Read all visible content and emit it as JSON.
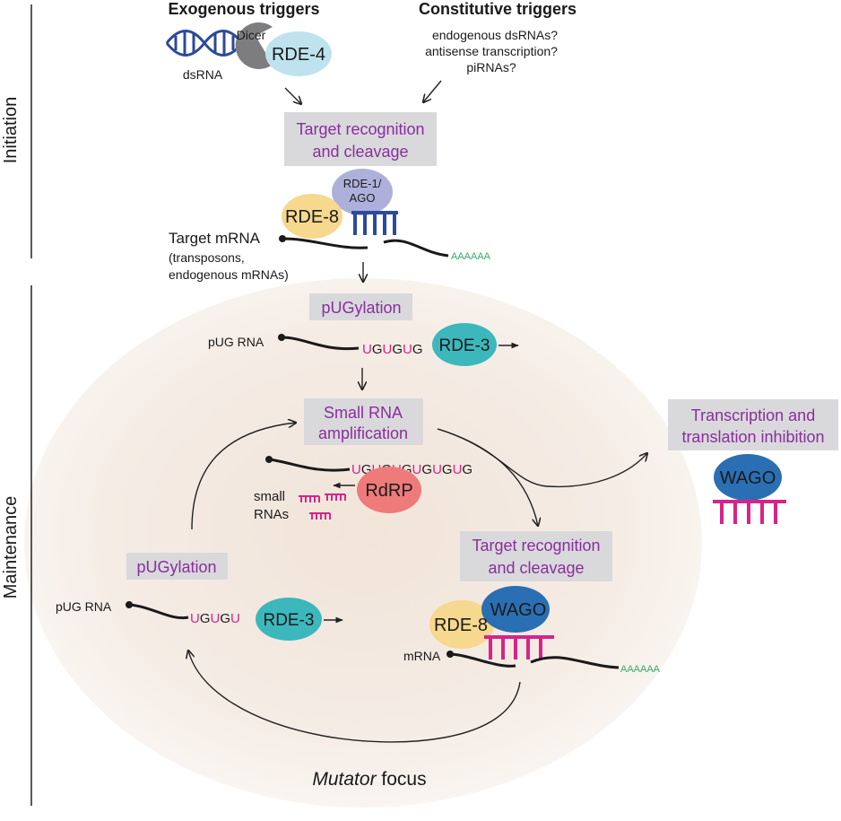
{
  "colors": {
    "purple_text": "#8a2e9c",
    "pink": "#d6248a",
    "blue_strand": "#2c4a9a",
    "gray_box": "#d9d9dc",
    "focus_bg": "#f3e9e1",
    "rde4": "#bfe3ee",
    "dicer": "#7d7d80",
    "rde8": "#f6d88e",
    "rde1": "#aeb0dc",
    "rde3": "#3cb8bd",
    "rdrp": "#ee7a7a",
    "wago": "#2a6fb3",
    "polyA": "#3aa86a"
  },
  "sections": {
    "initiation": "Initiation",
    "maintenance": "Maintenance"
  },
  "header": {
    "exogenous": "Exogenous triggers",
    "constitutive": "Constitutive triggers",
    "constitutive_items": [
      "endogenous dsRNAs?",
      "antisense transcription?",
      "piRNAs?"
    ]
  },
  "proteins": {
    "dicer": "Dicer",
    "rde4": "RDE-4",
    "rde1_line1": "RDE-1/",
    "rde1_line2": "AGO",
    "rde8": "RDE-8",
    "rde3": "RDE-3",
    "rdrp": "RdRP",
    "wago": "WAGO"
  },
  "labels": {
    "dsrna": "dsRNA",
    "target_mrna": "Target mRNA",
    "target_mrna_note1": "(transposons,",
    "target_mrna_note2": "endogenous mRNAs)",
    "polyA": "AAAAAA",
    "pug_rna": "pUG RNA",
    "small_rnas_1": "small",
    "small_rnas_2": "RNAs",
    "mrna": "mRNA",
    "focus_italic": "Mutator",
    "focus_rest": " focus"
  },
  "boxes": {
    "target_recog_1a": "Target recognition",
    "target_recog_1b": "and cleavage",
    "pugylation_1": "pUGylation",
    "small_rna_a": "Small RNA",
    "small_rna_b": "amplification",
    "pugylation_2": "pUGylation",
    "target_recog_2a": "Target recognition",
    "target_recog_2b": "and cleavage",
    "inhibition_a": "Transcription and",
    "inhibition_b": "translation inhibition"
  },
  "sequences": {
    "pug_top": [
      "U",
      "G",
      "U",
      "G",
      "U",
      "G"
    ],
    "pug_left": [
      "U",
      "G",
      "U",
      "G",
      "U"
    ],
    "rdrp_template": [
      "U",
      "G",
      "U",
      "G",
      "U",
      "G",
      "U",
      "G",
      "U",
      "G",
      "U",
      "G"
    ]
  }
}
